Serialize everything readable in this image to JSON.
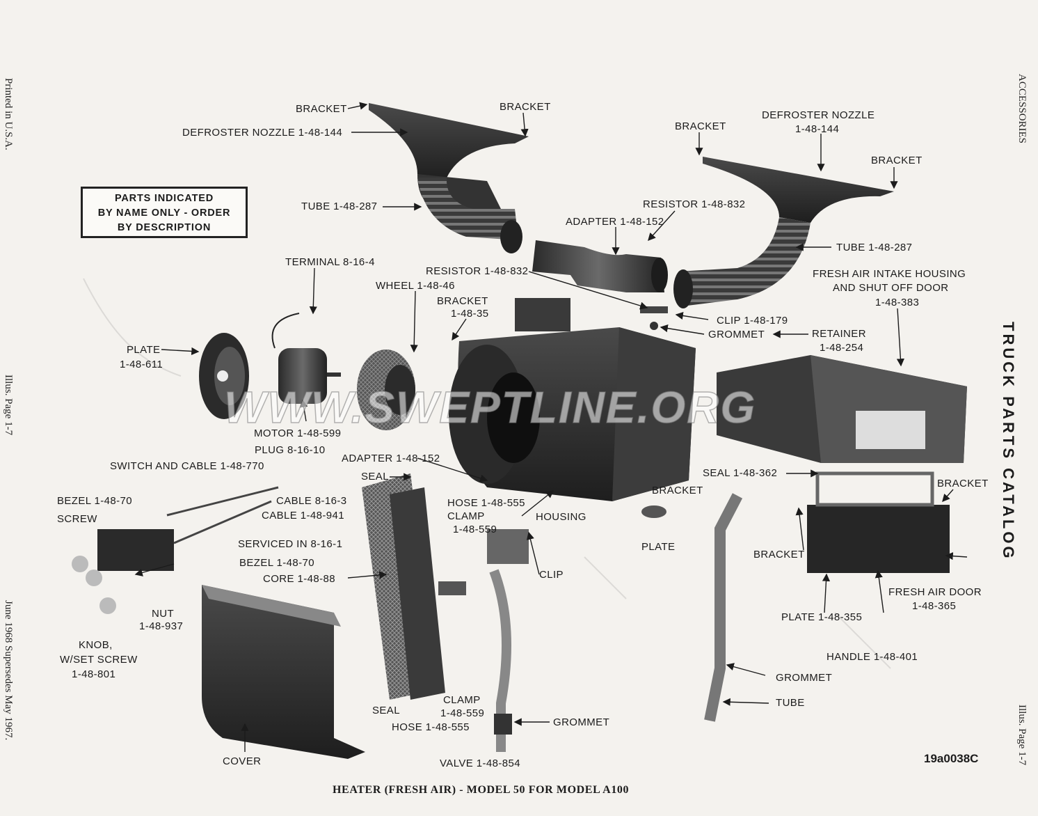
{
  "notice": [
    "PARTS INDICATED",
    "BY NAME ONLY - ORDER",
    "BY DESCRIPTION"
  ],
  "caption": "HEATER (FRESH AIR) - MODEL 50 FOR MODEL A100",
  "drawing_number": "19a0038C",
  "watermark": "WWW.SWEPTLINE.ORG",
  "margin_left": {
    "printed": "Printed in U.S.A.",
    "illus": "Illus. Page 1-7",
    "date": "June 1968 Supersedes May 1967."
  },
  "margin_right": {
    "section": "ACCESSORIES",
    "catalog": "TRUCK PARTS CATALOG",
    "illus": "Illus. Page 1-7"
  },
  "labels": [
    "BRACKET",
    "BRACKET",
    "DEFROSTER NOZZLE 1-48-144",
    "TUBE 1-48-287",
    "BRACKET",
    "DEFROSTER NOZZLE",
    "1-48-144",
    "BRACKET",
    "RESISTOR 1-48-832",
    "ADAPTER 1-48-152",
    "TUBE 1-48-287",
    "FRESH AIR INTAKE HOUSING",
    "AND SHUT OFF DOOR",
    "1-48-383",
    "TERMINAL 8-16-4",
    "RESISTOR 1-48-832",
    "WHEEL 1-48-46",
    "BRACKET",
    "1-48-35",
    "CLIP 1-48-179",
    "GROMMET",
    "RETAINER",
    "1-48-254",
    "PLATE",
    "1-48-611",
    "MOTOR 1-48-599",
    "PLUG 8-16-10",
    "SWITCH AND CABLE 1-48-770",
    "ADAPTER 1-48-152",
    "SEAL",
    "SEAL 1-48-362",
    "BRACKET",
    "BEZEL 1-48-70",
    "SCREW",
    "CABLE 8-16-3",
    "CABLE 1-48-941",
    "HOSE 1-48-555",
    "CLAMP",
    "1-48-559",
    "HOUSING",
    "BRACKET",
    "SERVICED IN 8-16-1",
    "BEZEL 1-48-70",
    "PLATE",
    "BRACKET",
    "CORE 1-48-88",
    "CLIP",
    "NUT",
    "1-48-937",
    "FRESH AIR DOOR",
    "1-48-365",
    "KNOB,",
    "W/SET SCREW",
    "1-48-801",
    "PLATE 1-48-355",
    "HANDLE 1-48-401",
    "GROMMET",
    "CLAMP",
    "1-48-559",
    "SEAL",
    "HOSE 1-48-555",
    "TUBE",
    "GROMMET",
    "COVER",
    "VALVE 1-48-854"
  ]
}
